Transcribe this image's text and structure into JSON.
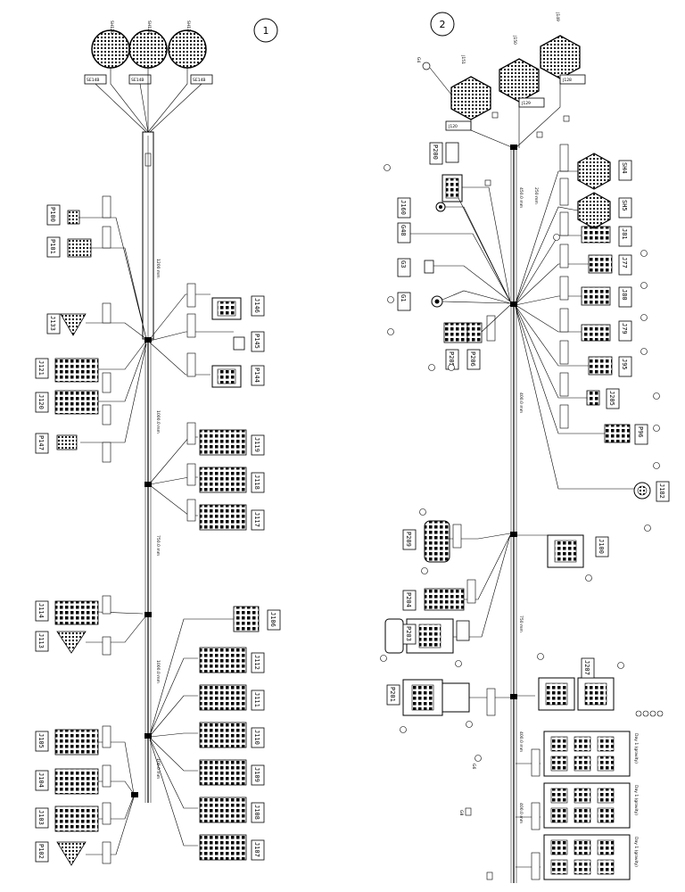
{
  "panels": [
    {
      "id": "panel-1",
      "number": "1"
    },
    {
      "id": "panel-2",
      "number": "2"
    }
  ],
  "panel1": {
    "round_connectors": [
      "SH12B",
      "SH12B",
      "SH13C"
    ],
    "round_tags": [
      "SE14B",
      "SE14B",
      "SE14B"
    ],
    "left_connectors": [
      "P100",
      "P101",
      "J133",
      "J121",
      "J120",
      "P147"
    ],
    "right_connectors": [
      "J146",
      "P145",
      "P144"
    ],
    "mid_connectors": [
      "J119",
      "J118",
      "J117"
    ],
    "lower_left_connectors": [
      "J114",
      "J113"
    ],
    "bottom_left_connectors": [
      "J105",
      "J104",
      "J103",
      "P102"
    ],
    "bottom_right_connectors": [
      "J106",
      "J112",
      "J111",
      "J110",
      "J109",
      "J108",
      "J107"
    ],
    "dims": [
      "1200 mm",
      "1000.0 mm",
      "750.0 mm",
      "1000.0 mm",
      "100.0 mm"
    ]
  },
  "panel2": {
    "hex_connectors": [
      "J151",
      "J150",
      "J149"
    ],
    "hex_tags": [
      "J120",
      "J129",
      "J128"
    ],
    "right_hex": [
      "SH4",
      "SH5"
    ],
    "right_connectors": [
      "J81",
      "J77",
      "J80",
      "J79",
      "J95",
      "J205",
      "P96",
      "J182"
    ],
    "left_items": [
      "J160",
      "G48",
      "G3",
      "G1"
    ],
    "left_top": [
      "P200"
    ],
    "left_mid": [
      "P205",
      "P206"
    ],
    "lower_connectors": [
      "P209",
      "P204",
      "P203",
      "P201",
      "J207",
      "J100"
    ],
    "bottom_boxes": [
      "Day 1 (gravity)",
      "Day 1 (gravity)",
      "Day 1 (gravity)"
    ],
    "dims": [
      "450.0 mm",
      "250 mm",
      "400.0 mm",
      "750 mm",
      "400.0 mm",
      "400.0 mm"
    ],
    "side_tags": [
      "G4",
      "G6",
      "G8"
    ]
  }
}
